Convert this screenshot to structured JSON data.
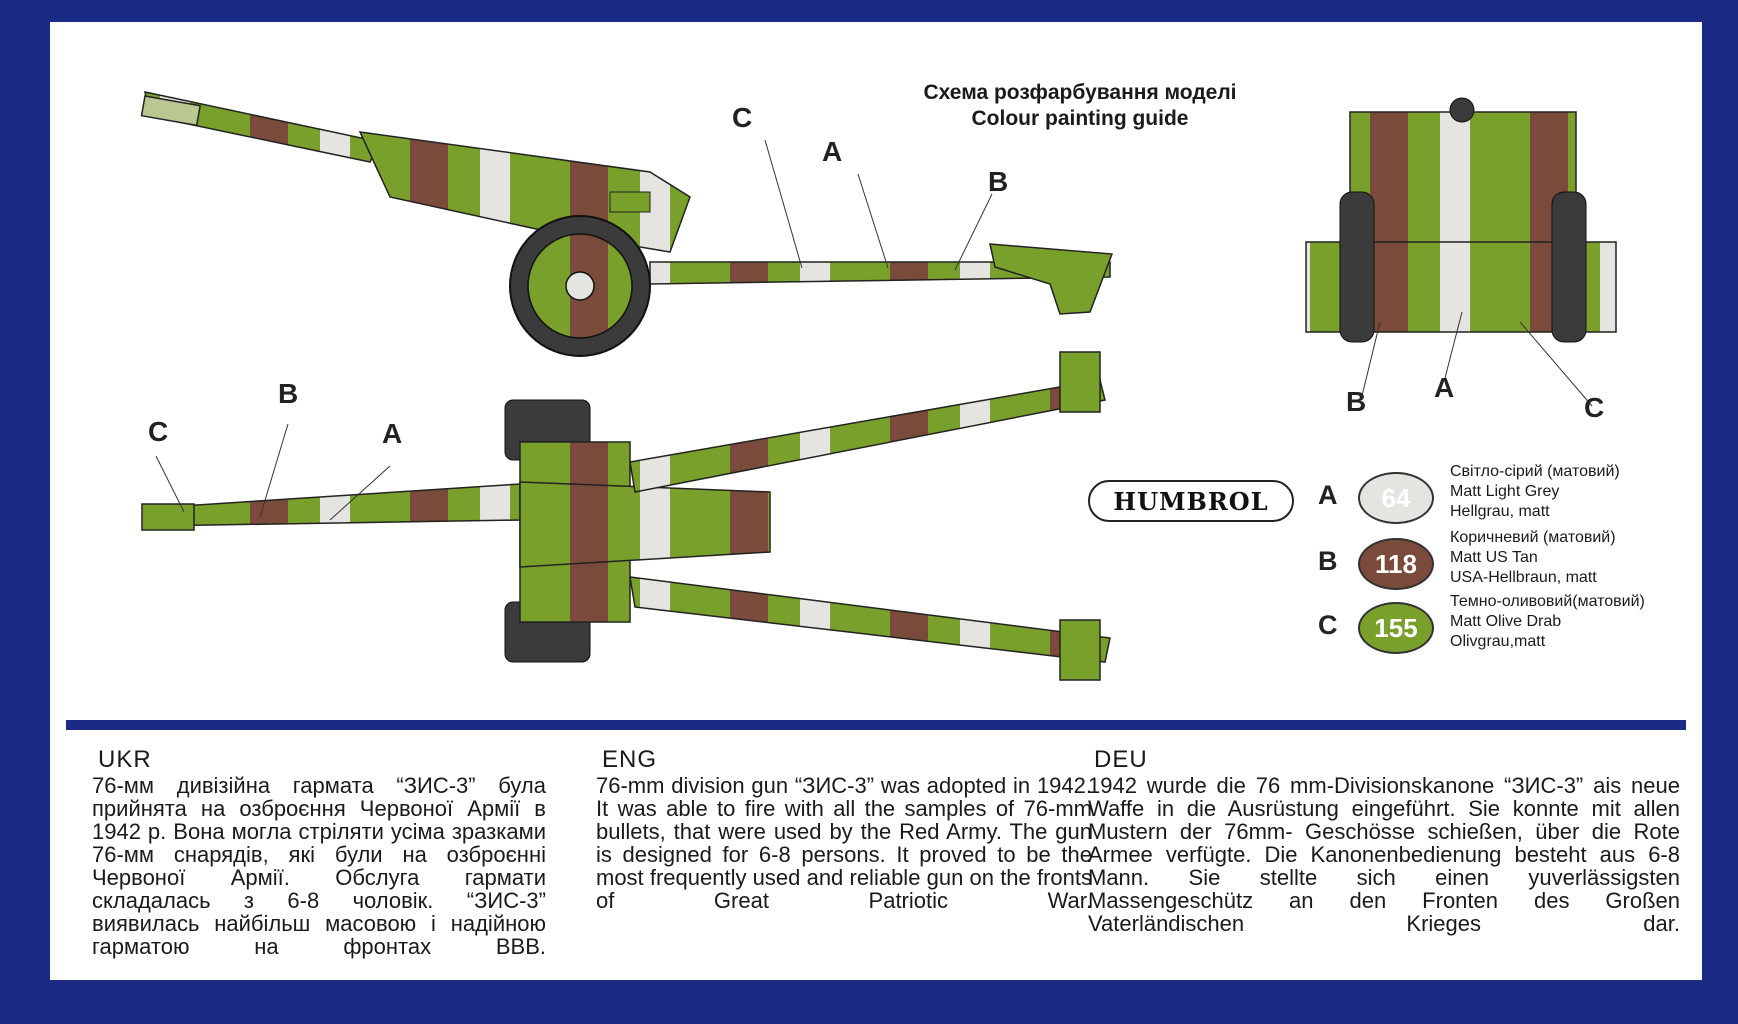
{
  "guide": {
    "title_ukr": "Схема розфарбування моделі",
    "title_eng": "Colour painting guide"
  },
  "callouts": {
    "side_c": "C",
    "side_a": "A",
    "side_b": "B",
    "top_c": "C",
    "top_b": "B",
    "top_a": "A",
    "front_b": "B",
    "front_a": "A",
    "front_c": "C"
  },
  "legend": {
    "brand": "HUMBROL",
    "items": [
      {
        "letter": "A",
        "code": "64",
        "color": "#e4e4e0",
        "names": [
          "Світло-сірий (матовий)",
          "Matt Light Grey",
          "Hellgrau, matt"
        ]
      },
      {
        "letter": "B",
        "code": "118",
        "color": "#7a4a3a",
        "names": [
          "Коричневий (матовий)",
          "Matt US Tan",
          "USA-Hellbraun, matt"
        ]
      },
      {
        "letter": "C",
        "code": "155",
        "color": "#7aa02c",
        "names": [
          "Темно-оливовий(матовий)",
          "Matt Olive Drab",
          "Olivgrau,matt"
        ]
      }
    ]
  },
  "texts": {
    "ukr": {
      "code": "UKR",
      "body": "76-мм дивізійна гармата “ЗИС-3” була прийнята на озброєння Червоної Армії в 1942 р. Вона могла стріляти усіма зразками 76-мм снарядів, які були на озброєнні Червоної Армії. Обслуга гармати складалась з 6-8 чоловік. “ЗИС-3” виявилась найбільш масовою і надійною гарматою на фронтах ВВВ."
    },
    "eng": {
      "code": "ENG",
      "body": "76-mm division gun “ЗИС-3” was adopted in 1942. It was able to fire with all the samples of 76-mm bullets, that were used by the Red Army. The gun is designed for 6-8 persons. It proved to be the most frequently used and reliable gun on the fronts of Great Patriotic War."
    },
    "deu": {
      "code": "DEU",
      "body": "1942 wurde die 76 mm-Divisionskanone “ЗИС-3” ais neue Waffe in die Ausrüstung eingeführt. Sie konnte mit allen Mustern der 76mm- Geschösse schießen, über die Rote Armee verfügte. Die Kanonenbedienung besteht aus 6-8 Mann. Sie stellte sich einen yuverlässigsten Massengeschütz an den Fronten des Großen Vaterländischen Krieges dar."
    }
  },
  "colors": {
    "frame": "#1b2a85",
    "olive": "#7aa02c",
    "brown": "#7a4a3a",
    "grey": "#e4e4e0"
  }
}
